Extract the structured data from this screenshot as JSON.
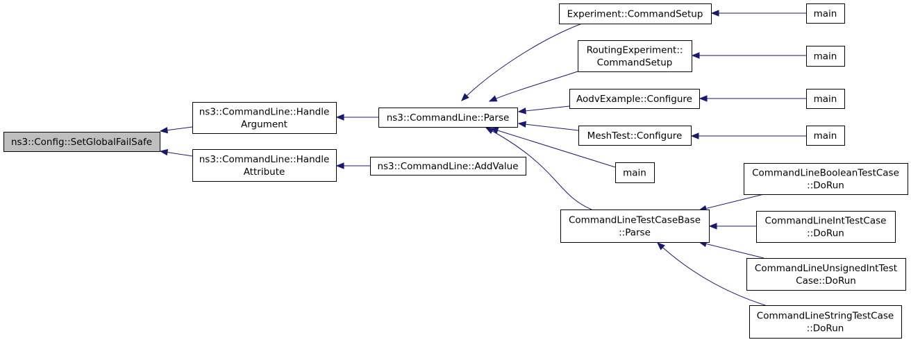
{
  "diagram": {
    "type": "call-graph",
    "nodes": {
      "set_global_fail_safe": [
        "ns3::Config::SetGlobalFailSafe"
      ],
      "handle_argument": [
        "ns3::CommandLine::Handle",
        "Argument"
      ],
      "handle_attribute": [
        "ns3::CommandLine::Handle",
        "Attribute"
      ],
      "parse": [
        "ns3::CommandLine::Parse"
      ],
      "add_value": [
        "ns3::CommandLine::AddValue"
      ],
      "experiment_command_setup": [
        "Experiment::CommandSetup"
      ],
      "routing_experiment_command_setup": [
        "RoutingExperiment::",
        "CommandSetup"
      ],
      "aodv_example_configure": [
        "AodvExample::Configure"
      ],
      "mesh_test_configure": [
        "MeshTest::Configure"
      ],
      "main_direct": [
        "main"
      ],
      "test_case_base_parse": [
        "CommandLineTestCaseBase",
        "::Parse"
      ],
      "main_experiment": [
        "main"
      ],
      "main_routing": [
        "main"
      ],
      "main_aodv": [
        "main"
      ],
      "main_mesh": [
        "main"
      ],
      "boolean_test_do_run": [
        "CommandLineBooleanTestCase",
        "::DoRun"
      ],
      "int_test_do_run": [
        "CommandLineIntTestCase",
        "::DoRun"
      ],
      "unsigned_int_test_do_run": [
        "CommandLineUnsignedIntTest",
        "Case::DoRun"
      ],
      "string_test_do_run": [
        "CommandLineStringTestCase",
        "::DoRun"
      ]
    },
    "edges": [
      {
        "from": "handle_argument",
        "to": "set_global_fail_safe"
      },
      {
        "from": "handle_attribute",
        "to": "set_global_fail_safe"
      },
      {
        "from": "parse",
        "to": "handle_argument"
      },
      {
        "from": "add_value",
        "to": "handle_attribute"
      },
      {
        "from": "experiment_command_setup",
        "to": "parse"
      },
      {
        "from": "routing_experiment_command_setup",
        "to": "parse"
      },
      {
        "from": "aodv_example_configure",
        "to": "parse"
      },
      {
        "from": "mesh_test_configure",
        "to": "parse"
      },
      {
        "from": "main_direct",
        "to": "parse"
      },
      {
        "from": "test_case_base_parse",
        "to": "parse"
      },
      {
        "from": "main_experiment",
        "to": "experiment_command_setup"
      },
      {
        "from": "main_routing",
        "to": "routing_experiment_command_setup"
      },
      {
        "from": "main_aodv",
        "to": "aodv_example_configure"
      },
      {
        "from": "main_mesh",
        "to": "mesh_test_configure"
      },
      {
        "from": "boolean_test_do_run",
        "to": "test_case_base_parse"
      },
      {
        "from": "int_test_do_run",
        "to": "test_case_base_parse"
      },
      {
        "from": "unsigned_int_test_do_run",
        "to": "test_case_base_parse"
      },
      {
        "from": "string_test_do_run",
        "to": "test_case_base_parse"
      }
    ],
    "colors": {
      "edge": "#191970",
      "root_fill": "#bfbfbf",
      "node_fill": "#ffffff",
      "border": "#000000"
    }
  }
}
